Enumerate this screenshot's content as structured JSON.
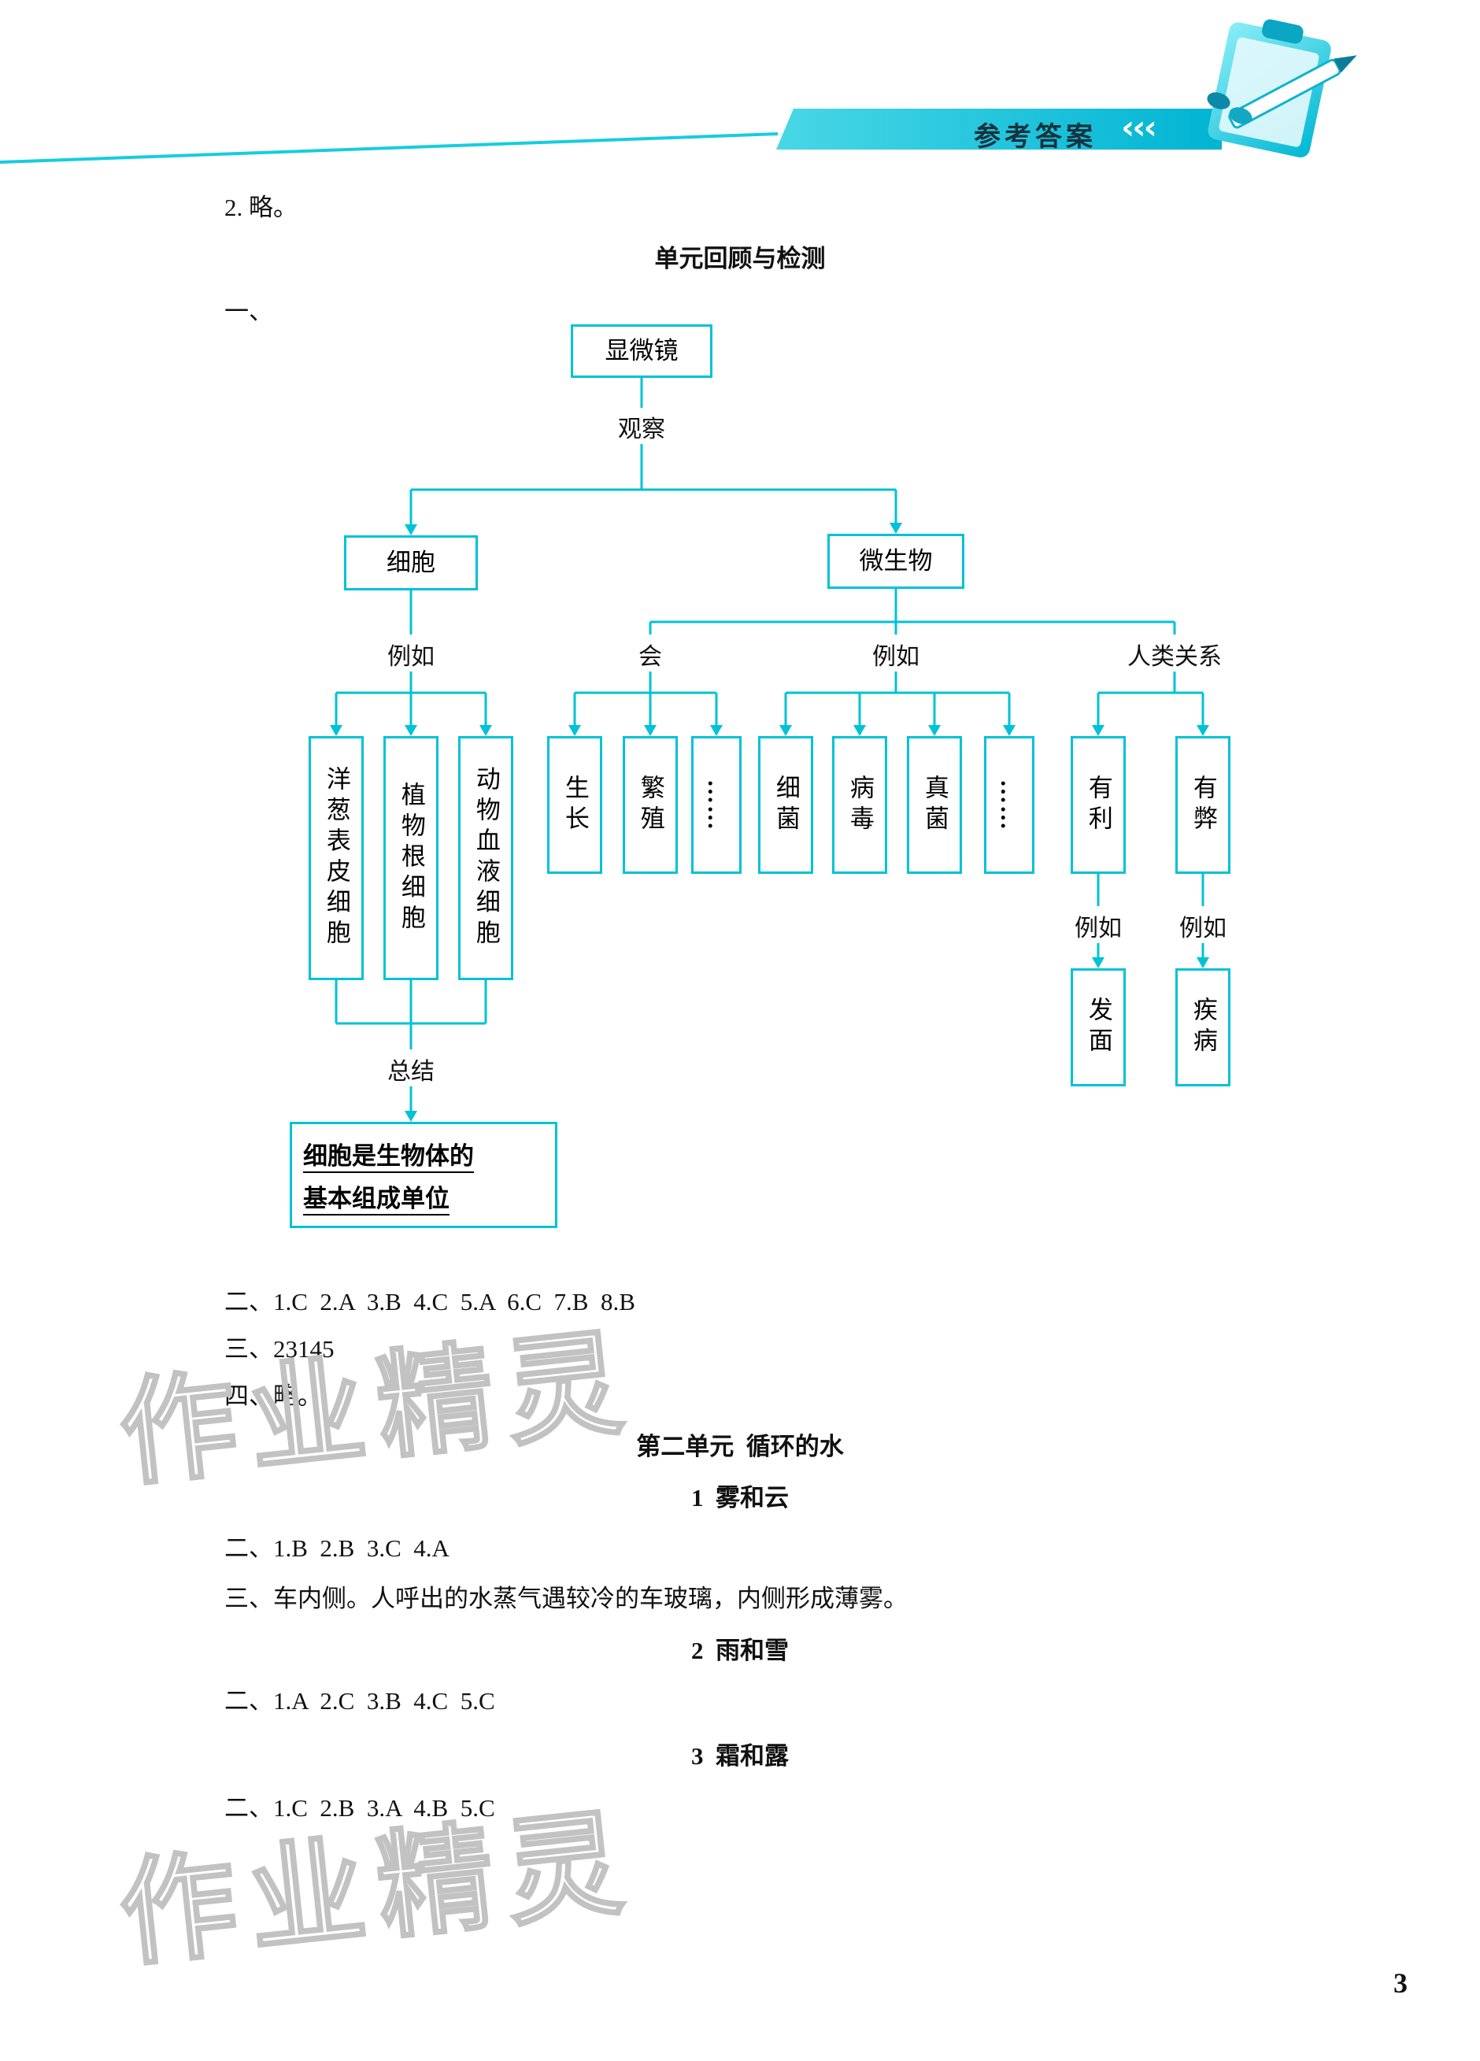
{
  "header": {
    "banner_text": "参考答案",
    "banner_arrows": "‹‹‹"
  },
  "content": {
    "intro_line": "2. 略。",
    "review_title": "单元回顾与检测",
    "section_one_label": "一、",
    "review_answers_two": "二、1.C  2.A  3.B  4.C  5.A  6.C  7.B  8.B",
    "review_answers_three": "三、23145",
    "review_answers_four": "四、略。",
    "unit2_title": "第二单元  循环的水",
    "lesson1_title": "1  雾和云",
    "lesson1_answers_two": "二、1.B  2.B  3.C  4.A",
    "lesson1_answers_three": "三、车内侧。人呼出的水蒸气遇较冷的车玻璃，内侧形成薄雾。",
    "lesson2_title": "2  雨和雪",
    "lesson2_answers_two": "二、1.A  2.C  3.B  4.C  5.C",
    "lesson3_title": "3  霜和露",
    "lesson3_answers_two": "二、1.C  2.B  3.A  4.B  5.C"
  },
  "flowchart": {
    "microscope": "显微镜",
    "observe": "观察",
    "cell": "细胞",
    "microbe": "微生物",
    "eg_cell": "例如",
    "can": "会",
    "eg_microbe": "例如",
    "human_relation": "人类关系",
    "cell_examples": [
      "洋葱表皮细胞",
      "植物根细胞",
      "动物血液细胞"
    ],
    "can_items": [
      "生长",
      "繁殖",
      "……"
    ],
    "microbe_examples": [
      "细菌",
      "病毒",
      "真菌",
      "……"
    ],
    "relations": [
      "有利",
      "有弊"
    ],
    "eg_benefit": "例如",
    "eg_harm": "例如",
    "benefit_example": "发面",
    "harm_example": "疾病",
    "summary_label": "总结",
    "summary_line1": "细胞是生物体的",
    "summary_line2": "基本组成单位"
  },
  "watermark_text": "作业精灵",
  "page_number": "3",
  "colors": {
    "accent_cyan": "#00c2d6"
  }
}
